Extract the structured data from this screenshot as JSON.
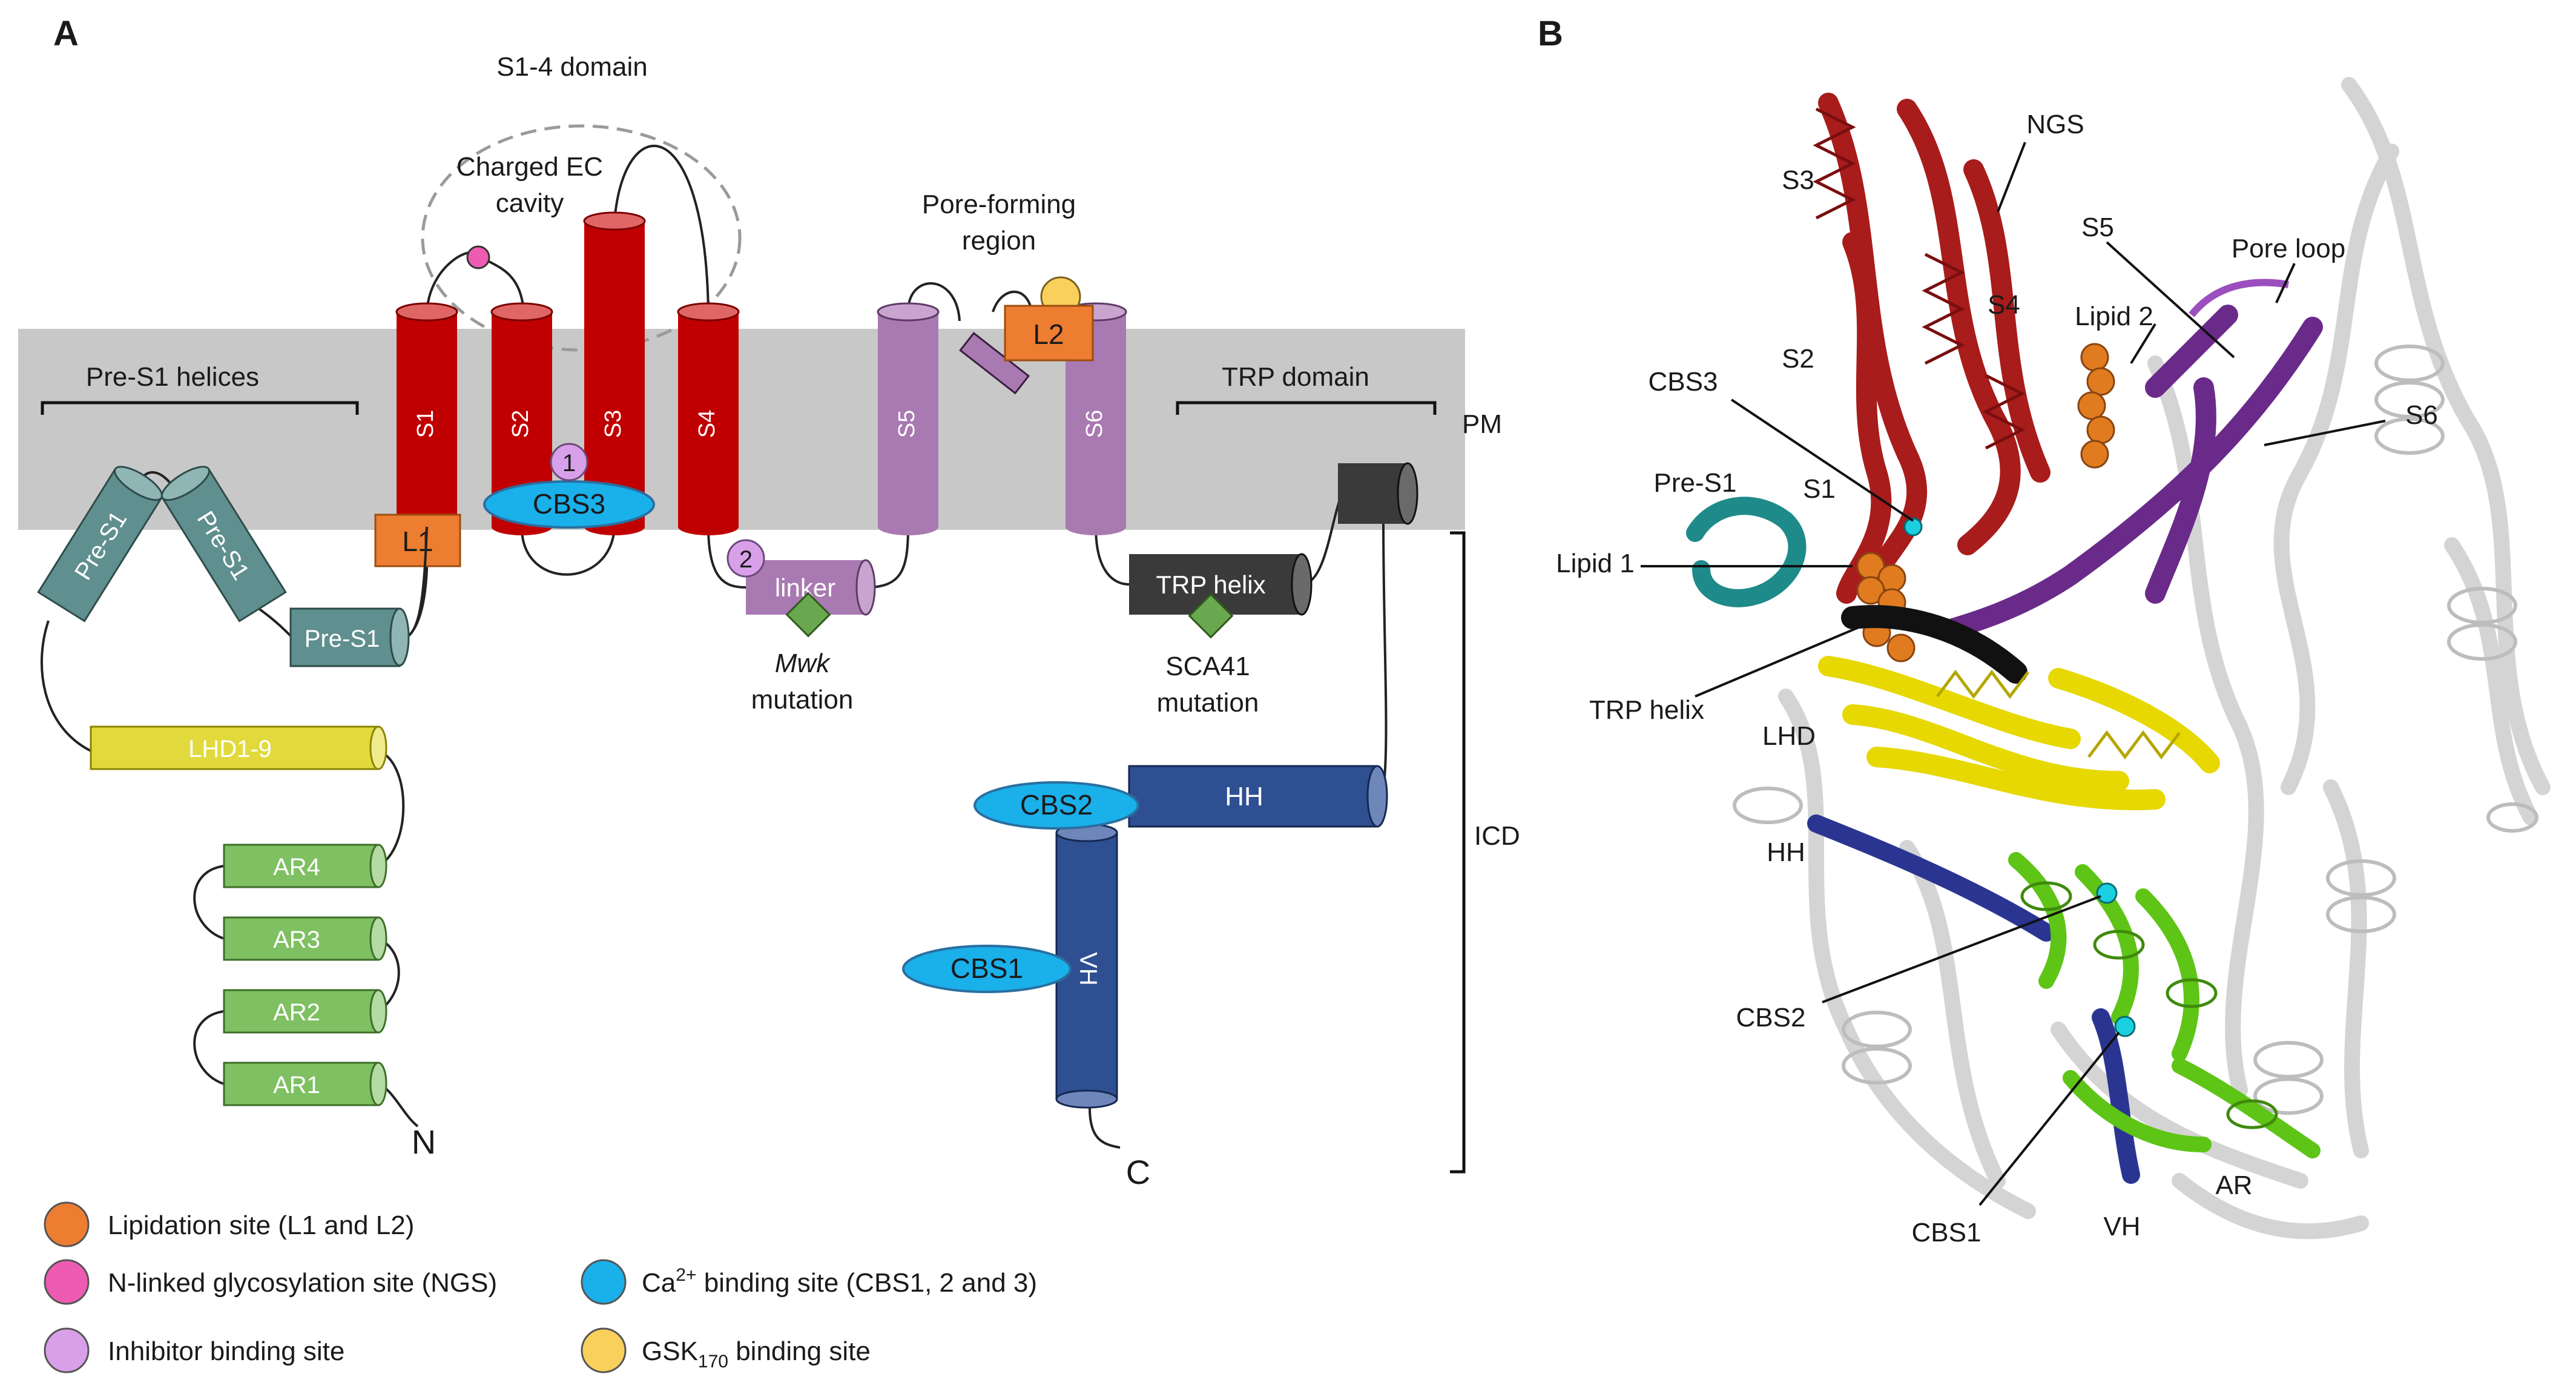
{
  "panels": {
    "a": "A",
    "b": "B"
  },
  "colors": {
    "membrane": "#c9c8c8",
    "s1_4": "#c00000",
    "pore": "#a979b1",
    "lipidation": "#ed7d31",
    "pre_s1": "#5f8f8e",
    "lhd": "#e2da3c",
    "ar": "#7fc062",
    "hh_vh": "#2f4f93",
    "trp": "#3a3a3a",
    "ca_site": "#1ab0ea",
    "glyco": "#ee5bb2",
    "inhibitor": "#d9a0ea",
    "gsk": "#f8d05b",
    "mutation": "#6aa84f"
  },
  "panel_a": {
    "domain_s1_4": "S1-4 domain",
    "ec_cavity_1": "Charged EC",
    "ec_cavity_2": "cavity",
    "pore_region_1": "Pore-forming",
    "pore_region_2": "region",
    "pre_s1_helices": "Pre-S1 helices",
    "trp_domain": "TRP domain",
    "pm": "PM",
    "icd": "ICD",
    "helices": {
      "s1": "S1",
      "s2": "S2",
      "s3": "S3",
      "s4": "S4",
      "s5": "S5",
      "s6": "S6"
    },
    "l1": "L1",
    "l2": "L2",
    "cbs3": "CBS3",
    "cbs2": "CBS2",
    "cbs1": "CBS1",
    "inhibitor_1": "1",
    "inhibitor_2": "2",
    "linker": "linker",
    "pre_s1_a": "Pre-S1",
    "pre_s1_b": "Pre-S1",
    "pre_s1_c": "Pre-S1",
    "lhd": "LHD1-9",
    "ar4": "AR4",
    "ar3": "AR3",
    "ar2": "AR2",
    "ar1": "AR1",
    "n_term": "N",
    "c_term": "C",
    "trp_helix": "TRP helix",
    "hh": "HH",
    "vh": "VH",
    "mwk": "Mwk",
    "mwk_mutation": "mutation",
    "sca41": "SCA41",
    "sca41_mutation": "mutation"
  },
  "legend": {
    "lipidation": "Lipidation site (L1 and L2)",
    "glyco": "N-linked glycosylation site (NGS)",
    "inhibitor": "Inhibitor binding site",
    "ca_prefix": "Ca",
    "ca_sup": "2+",
    "ca_suffix": " binding site (CBS1, 2 and 3)",
    "gsk_prefix": "GSK",
    "gsk_sub": "170",
    "gsk_suffix": " binding site"
  },
  "panel_b": {
    "labels": {
      "ngs": "NGS",
      "s3": "S3",
      "s4": "S4",
      "s5": "S5",
      "pore_loop": "Pore loop",
      "lipid2": "Lipid 2",
      "s2": "S2",
      "cbs3": "CBS3",
      "s6": "S6",
      "pre_s1": "Pre-S1",
      "s1": "S1",
      "lipid1": "Lipid 1",
      "trp_helix": "TRP helix",
      "lhd": "LHD",
      "hh": "HH",
      "cbs2": "CBS2",
      "cbs1": "CBS1",
      "vh": "VH",
      "ar": "AR"
    }
  }
}
